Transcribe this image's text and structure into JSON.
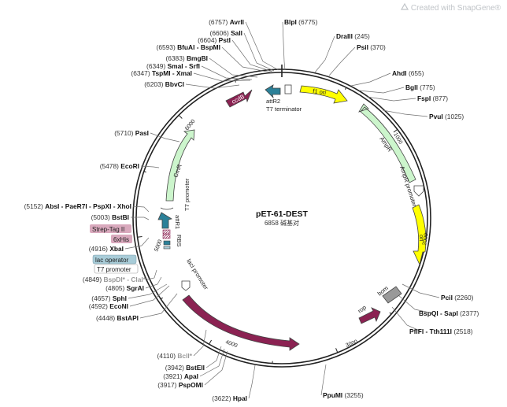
{
  "watermark": "Created with SnapGene®",
  "plasmid": {
    "name": "pET-61-DEST",
    "length": "6858",
    "length_unit": "碱基对"
  },
  "ticks": [
    "1000",
    "2000",
    "3000",
    "4000",
    "5000",
    "6000"
  ],
  "sites": [
    {
      "pos": "(6757)",
      "name": "AvrII"
    },
    {
      "pos": "(6606)",
      "name": "SalI"
    },
    {
      "pos": "(6604)",
      "name": "PstI"
    },
    {
      "pos": "(6593)",
      "name": "BfuAI - BspMI"
    },
    {
      "pos": "(6383)",
      "name": "BmgBI"
    },
    {
      "pos": "(6349)",
      "name": "SmaI - SrfI"
    },
    {
      "pos": "(6347)",
      "name": "TspMI - XmaI"
    },
    {
      "pos": "(6203)",
      "name": "BbvCI"
    },
    {
      "pos": "(5710)",
      "name": "PasI"
    },
    {
      "pos": "(5478)",
      "name": "EcoRI"
    },
    {
      "pos": "(5152)",
      "name": "AbsI - PaeR7I - PspXI - XhoI"
    },
    {
      "pos": "(5003)",
      "name": "BstBI"
    },
    {
      "pos": "(4916)",
      "name": "XbaI"
    },
    {
      "pos": "(4849)",
      "name": "BspDI* - ClaI*"
    },
    {
      "pos": "(4805)",
      "name": "SgrAI"
    },
    {
      "pos": "(4657)",
      "name": "SphI"
    },
    {
      "pos": "(4592)",
      "name": "EcoNI"
    },
    {
      "pos": "(4448)",
      "name": "BstAPI"
    },
    {
      "pos": "(4110)",
      "name": "BclI*"
    },
    {
      "pos": "(3942)",
      "name": "BstEII"
    },
    {
      "pos": "(3921)",
      "name": "ApaI"
    },
    {
      "pos": "(3917)",
      "name": "PspOMI"
    },
    {
      "pos": "(3622)",
      "name": "HpaI"
    },
    {
      "name": "BlpI",
      "pos": "(6775)"
    },
    {
      "name": "DraIII",
      "pos": "(245)"
    },
    {
      "name": "PsiI",
      "pos": "(370)"
    },
    {
      "name": "AhdI",
      "pos": "(655)"
    },
    {
      "name": "BglI",
      "pos": "(775)"
    },
    {
      "name": "FspI",
      "pos": "(877)"
    },
    {
      "name": "PvuI",
      "pos": "(1025)"
    },
    {
      "name": "PciI",
      "pos": "(2260)"
    },
    {
      "name": "BspQI - SapI",
      "pos": "(2377)"
    },
    {
      "name": "PflFI - Tth111I",
      "pos": "(2518)"
    },
    {
      "name": "PpuMI",
      "pos": "(3255)"
    }
  ],
  "features": [
    {
      "label": "f1 ori",
      "color": "#ffff00"
    },
    {
      "label": "AmpR",
      "color": "#ccf5cc"
    },
    {
      "label": "AmpR promoter",
      "color": "#ffffff"
    },
    {
      "label": "ori",
      "color": "#ffff00"
    },
    {
      "label": "bom",
      "color": "#999999"
    },
    {
      "label": "rop",
      "color": "#8b2252"
    },
    {
      "label": "lacI",
      "color": "#8b2252"
    },
    {
      "label": "lacI promoter",
      "color": "#ffffff"
    },
    {
      "label": "CmR",
      "color": "#ccf5cc"
    },
    {
      "label": "ccdB",
      "color": "#8b2252"
    },
    {
      "label": "attR2",
      "color": "#ffffff"
    },
    {
      "label": "T7 terminator",
      "color": "#ffffff"
    },
    {
      "label": "attR1",
      "color": "#ffffff"
    },
    {
      "label": "RBS",
      "color": "#ffffff"
    },
    {
      "label": "T7 promoter",
      "color": "#ffffff"
    },
    {
      "label": "lac operator",
      "color": "#a8ccd8"
    },
    {
      "label": "Strep-Tag II",
      "color": "#d9a9bd"
    },
    {
      "label": "6xHis",
      "color": "#d9a9bd"
    }
  ]
}
